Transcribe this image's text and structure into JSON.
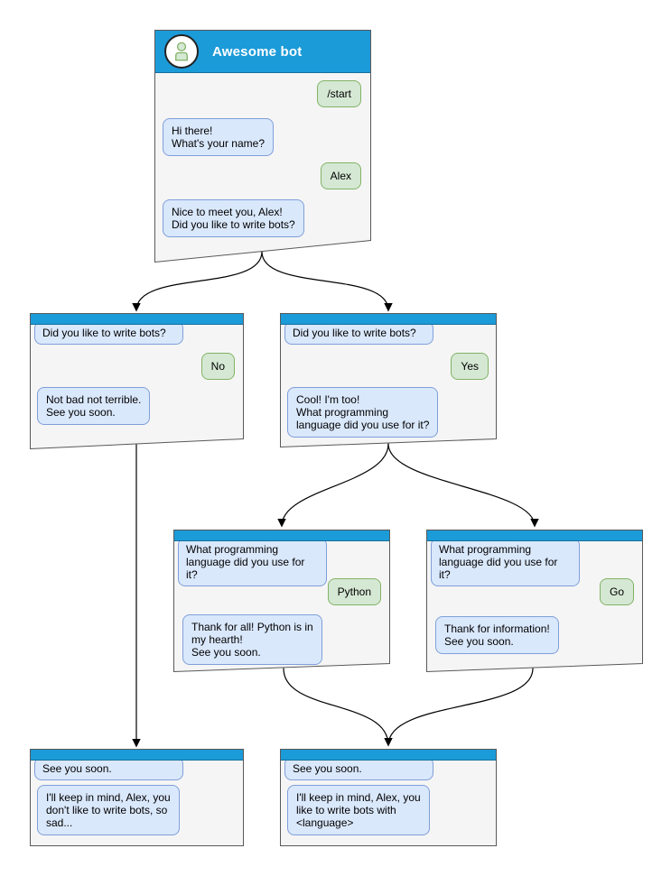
{
  "main_window": {
    "title": "Awesome bot",
    "messages": {
      "start_command": "/start",
      "ask_name": "Hi there!\nWhat's your name?",
      "name_reply": "Alex",
      "ask_bots": "Nice to meet you, Alex!\nDid you like to write bots?"
    }
  },
  "no_branch_window": {
    "context": "Did you like to write bots?",
    "user_reply": "No",
    "bot_reply": "Not bad not terrible.\nSee you soon."
  },
  "yes_branch_window": {
    "context": "Did you like to write bots?",
    "user_reply": "Yes",
    "bot_reply": "Cool! I'm too!\nWhat programming\nlanguage did you use for it?"
  },
  "python_branch_window": {
    "context": "What programming\nlanguage did you use for it?",
    "user_reply": "Python",
    "bot_reply": "Thank for all! Python is in\nmy hearth!\nSee you soon."
  },
  "go_branch_window": {
    "context": "What programming\nlanguage did you use for it?",
    "user_reply": "Go",
    "bot_reply": "Thank for information!\nSee you soon."
  },
  "no_end_window": {
    "context": "See you soon.",
    "bot_reply": "I'll keep in mind, Alex, you\ndon't like to write bots, so\nsad..."
  },
  "yes_end_window": {
    "context": "See you soon.",
    "bot_reply": "I'll keep in mind, Alex, you\nlike to write bots with\n<language>"
  },
  "colors": {
    "header_blue": "#1c9bd9",
    "window_fill": "#f5f5f5",
    "window_border": "#595959",
    "bot_bubble_fill": "#dae8fc",
    "bot_bubble_border": "#7e9fd9",
    "user_bubble_fill": "#d5e8d4",
    "user_bubble_border": "#82b366",
    "arrow_color": "#000000"
  }
}
